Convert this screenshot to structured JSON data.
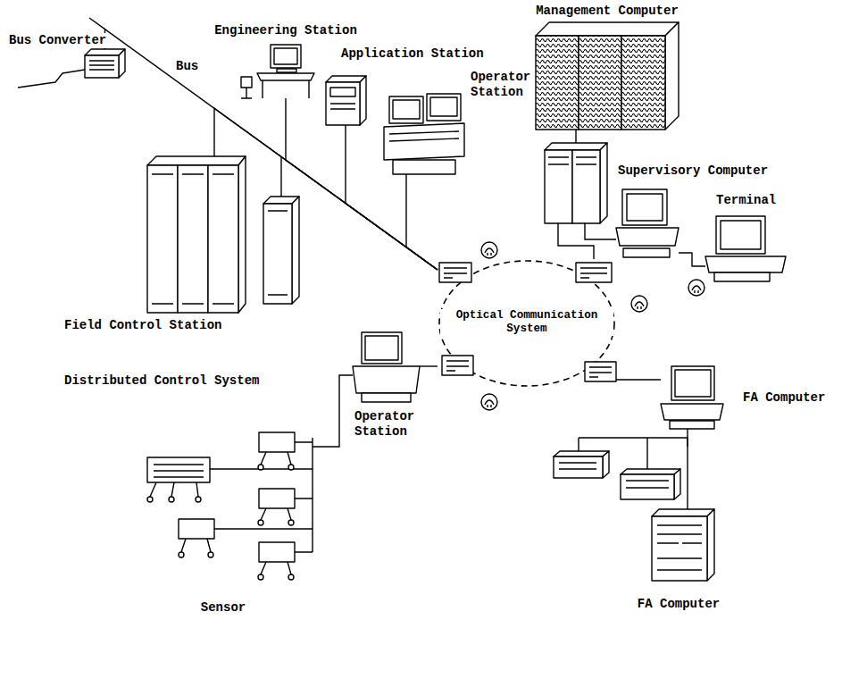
{
  "diagram": {
    "nodes": [
      {
        "text": [
          "Management Computer"
        ]
      },
      {
        "text": [
          "Bus Converter"
        ]
      },
      {
        "text": [
          "Engineering Station"
        ]
      },
      {
        "text": [
          "Application Station"
        ]
      },
      {
        "text": [
          "Operator Station"
        ]
      },
      {
        "text": [
          "Supervisory Computer"
        ]
      },
      {
        "text": [
          "Terminal"
        ]
      },
      {
        "text": [
          "Field Control Station"
        ]
      },
      {
        "text": [
          "Optical Communication System"
        ]
      },
      {
        "text": [
          "Operator Station"
        ]
      },
      {
        "text": [
          "FA Computer"
        ]
      },
      {
        "text": [
          "Sensor"
        ]
      },
      {
        "text": [
          "FA Computer"
        ]
      }
    ],
    "edges": [
      {
        "from": 0,
        "to": 5,
        "arrow": "none"
      },
      {
        "from": 1,
        "to": 8,
        "label": "Bus",
        "arrow": "none"
      },
      {
        "from": 2,
        "to": 8,
        "arrow": "none"
      },
      {
        "from": 3,
        "to": 8,
        "arrow": "none"
      },
      {
        "from": 4,
        "to": 8,
        "arrow": "none"
      },
      {
        "from": 5,
        "to": 8,
        "arrow": "none"
      },
      {
        "from": 6,
        "to": 5,
        "arrow": "none"
      },
      {
        "from": 7,
        "to": 8,
        "arrow": "none"
      },
      {
        "from": 9,
        "to": 8,
        "arrow": "none"
      },
      {
        "from": 10,
        "to": 8,
        "arrow": "none"
      },
      {
        "from": 11,
        "to": 9,
        "arrow": "none"
      },
      {
        "from": 12,
        "to": 10,
        "arrow": "none"
      }
    ],
    "labels": [
      "Distributed Control System"
    ]
  }
}
